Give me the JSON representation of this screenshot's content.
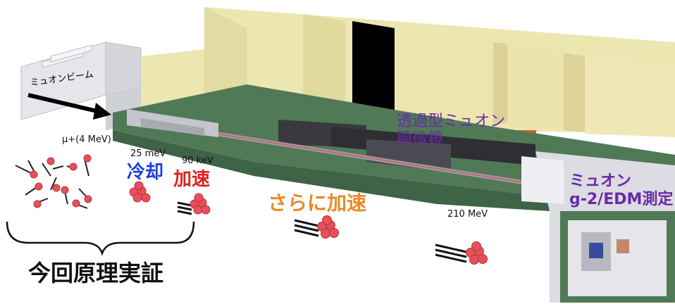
{
  "labels": {
    "muon_beam": "ミュオンビーム",
    "mu_energy": "μ+(4 MeV)",
    "cool_energy": "25 meV",
    "cool": "冷却",
    "accel_energy": "90 keV",
    "accel": "加速",
    "further_accel": "さらに加速",
    "final_energy": "210 MeV",
    "microscope": "透過型ミュオン\n顕微鏡",
    "g2_edm": "ミュオン\ng-2/EDM測定",
    "principle": "今回原理実証"
  },
  "colors": {
    "cool": "#1a3fe0",
    "accel": "#e0201a",
    "further_accel": "#e88a2a",
    "purple": "#6a2aa8",
    "muon": "#e8505a",
    "wall": "#ece6b0",
    "floor": "#4f7a55"
  },
  "icons": [
    "beam-arrow-icon",
    "muon-cluster-icon",
    "speed-lines-icon",
    "brace-icon"
  ]
}
